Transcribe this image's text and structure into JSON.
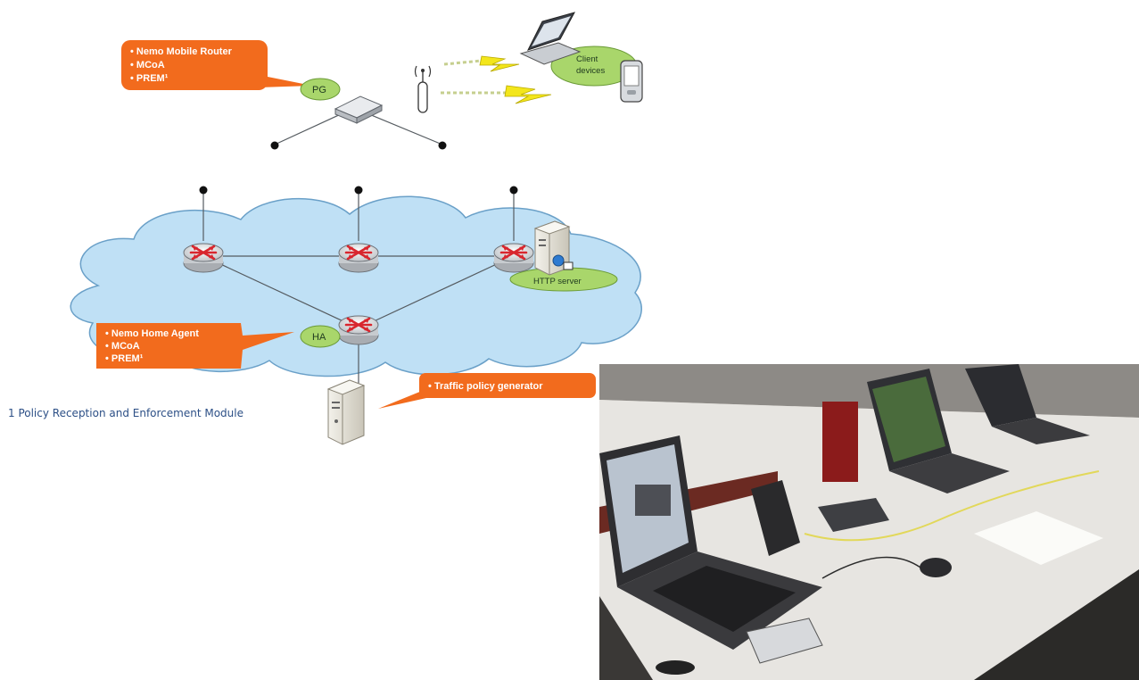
{
  "callouts": {
    "mobile_router": [
      "• Nemo Mobile Router",
      "• MCoA",
      "• PREM¹"
    ],
    "home_agent": [
      "• Nemo Home Agent",
      "• MCoA",
      "• PREM¹"
    ],
    "policy_generator": [
      "• Traffic policy generator"
    ]
  },
  "labels": {
    "pg": "PG",
    "ha": "HA",
    "http_server": "HTTP server",
    "client_devices_line1": "Client",
    "client_devices_line2": "devices"
  },
  "footnote": "1 Policy Reception and Enforcement Module",
  "colors": {
    "callout": "#f26b1d",
    "green_label": "#a9d66b",
    "cloud": "#bfe0f5",
    "cloud_stroke": "#6aa0c8",
    "router_arrows": "#d8262e",
    "footnote": "#2c4f86"
  },
  "icons": {
    "router": "router-icon",
    "server": "server-icon",
    "laptop": "laptop-icon",
    "pda": "pda-icon",
    "antenna": "antenna-icon",
    "access_point": "mobile-router-box-icon",
    "lightning": "wireless-link-icon"
  }
}
